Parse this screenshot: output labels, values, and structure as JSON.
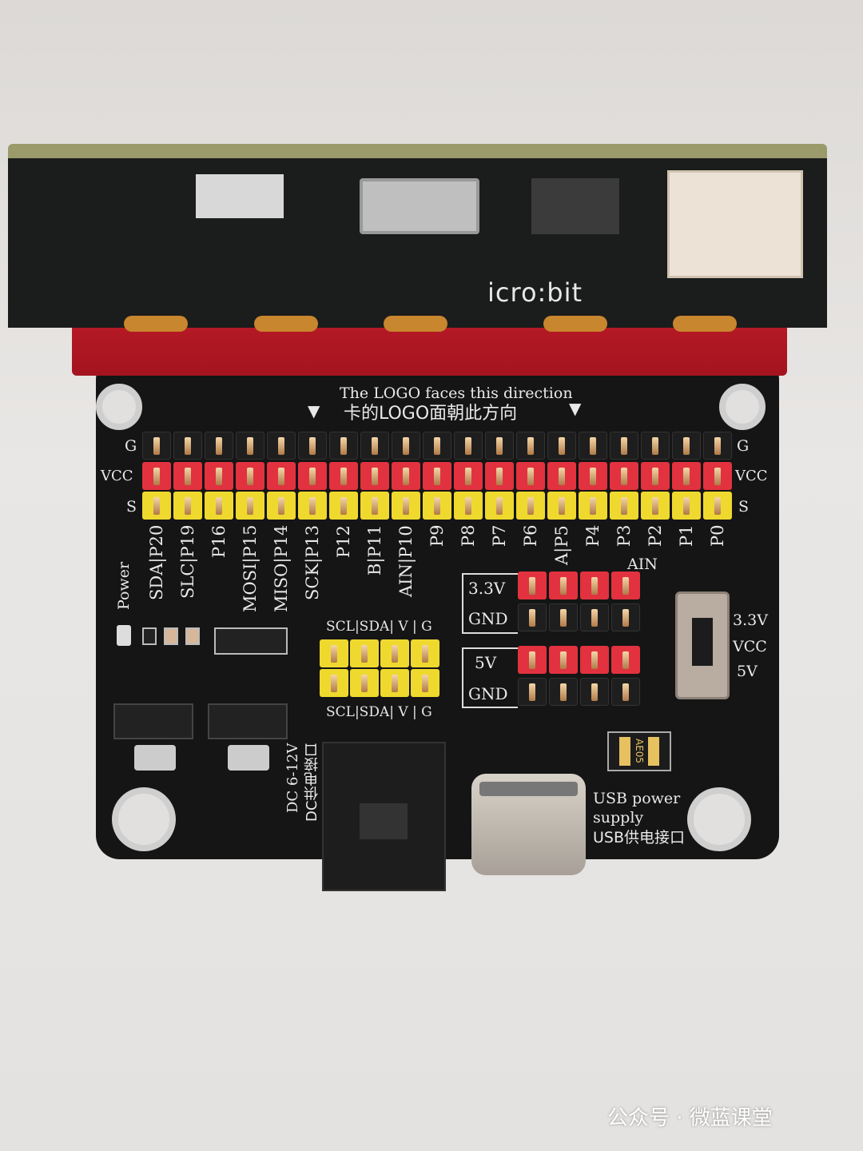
{
  "microbit": {
    "brand": "icro:bit"
  },
  "board": {
    "direction_en": "The LOGO faces this direction",
    "direction_cn": "卡的LOGO面朝此方向",
    "row_labels_left": [
      "G",
      "VCC",
      "S"
    ],
    "row_labels_right": [
      "G",
      "VCC",
      "S"
    ],
    "pin_labels": [
      "SDA|P20",
      "SLC|P19",
      "P16",
      "MOSI|P15",
      "MISO|P14",
      "SCK|P13",
      "P12",
      "B|P11",
      "AIN|P10",
      "P9",
      "P8",
      "P7",
      "P6",
      "A|P5",
      "P4",
      "P3",
      "P2",
      "P1",
      "P0"
    ],
    "ain_label": "AIN",
    "power_label": "Power",
    "i2c_top": "SCL|SDA| V | G",
    "i2c_bottom": "SCL|SDA| V | G",
    "rail_labels": [
      "3.3V",
      "GND",
      "5V",
      "GND"
    ],
    "switch_labels": [
      "3.3V",
      "VCC",
      "5V"
    ],
    "fuse_marking": "AE05",
    "dc_label_1": "DC 6-12V",
    "dc_label_2": "DC供电接口",
    "usb_label_1": "USB power",
    "usb_label_2": "supply",
    "usb_label_3": "USB供电接口",
    "header_colors": {
      "ground": "#1e1e1e",
      "vcc": "#e2323f",
      "signal": "#efd92e"
    }
  },
  "watermark": "公众号 · 微蓝课堂"
}
